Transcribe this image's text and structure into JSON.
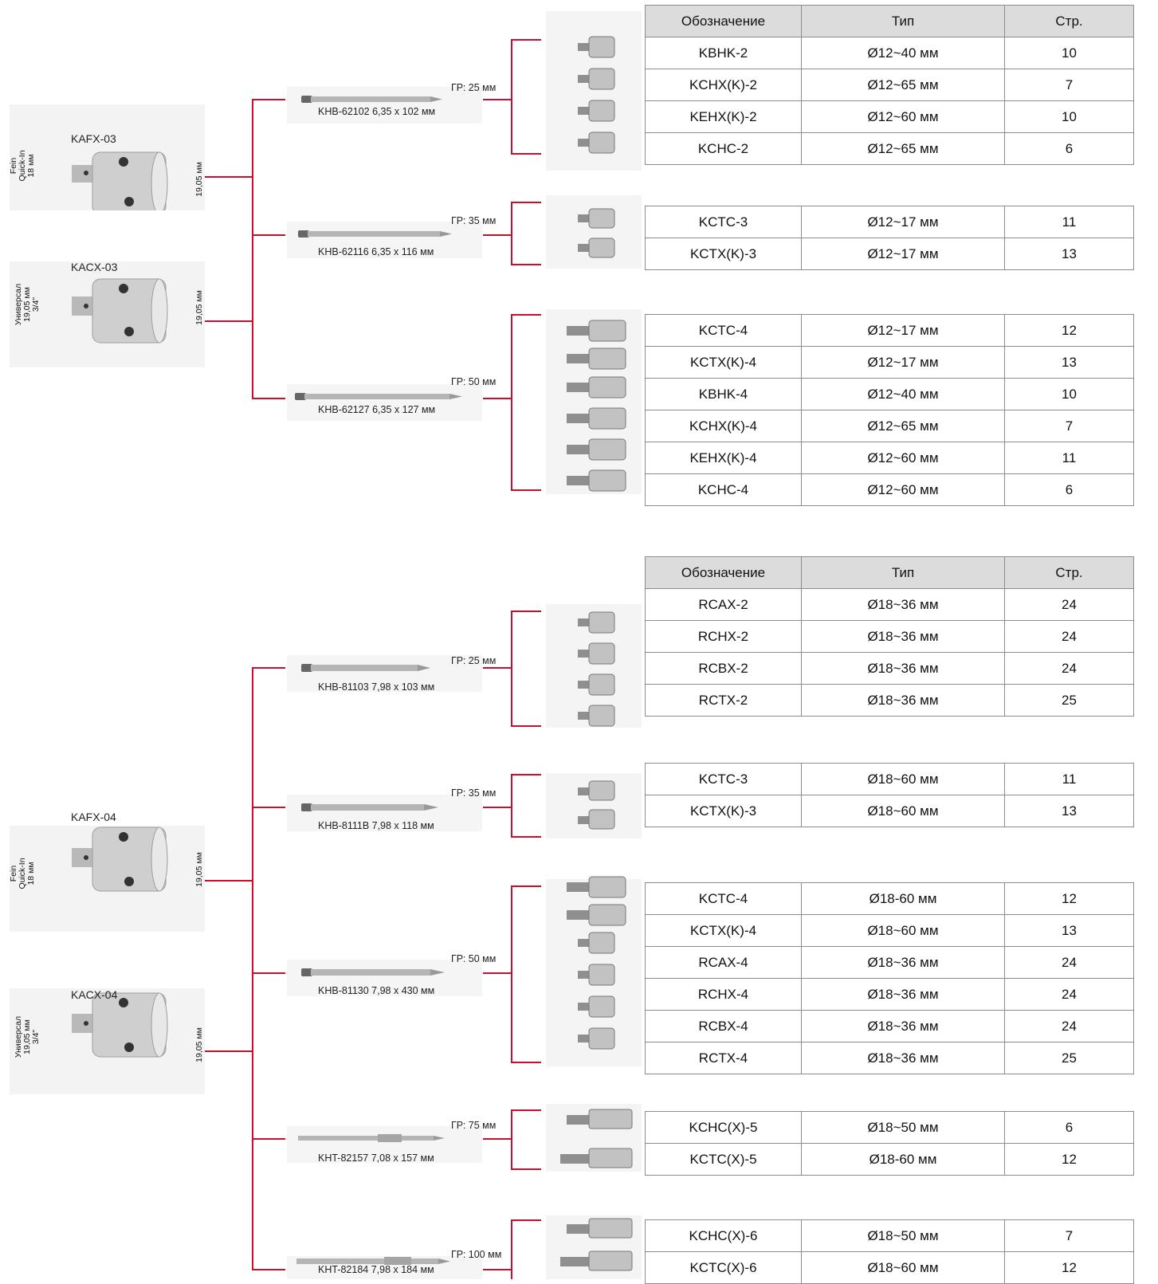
{
  "accent_color": "#c8102e",
  "table_header": {
    "designation": "Обозначение",
    "type": "Тип",
    "page": "Стр."
  },
  "section1": {
    "adapters": [
      {
        "name": "KAFX-03",
        "shank_lines": [
          "Fein",
          "Quick-In",
          "18 мм"
        ],
        "bore": "19,05 мм"
      },
      {
        "name": "KACX-03",
        "shank_lines": [
          "Универсал",
          "19,05 мм",
          "3/4\""
        ],
        "bore": "19,05 мм"
      }
    ],
    "pilots": [
      {
        "label": "KHB-62102 6,35 x 102 мм",
        "gr": "ГР: 25 мм",
        "rows": [
          [
            "KBHK-2",
            "Ø12~40 мм",
            "10"
          ],
          [
            "KCHX(K)-2",
            "Ø12~65 мм",
            "7"
          ],
          [
            "KEHX(K)-2",
            "Ø12~60 мм",
            "10"
          ],
          [
            "KCHC-2",
            "Ø12~65 мм",
            "6"
          ]
        ]
      },
      {
        "label": "KHB-62116 6,35 x 116 мм",
        "gr": "ГР: 35 мм",
        "rows": [
          [
            "KCTC-3",
            "Ø12~17 мм",
            "11"
          ],
          [
            "KCTX(K)-3",
            "Ø12~17 мм",
            "13"
          ]
        ]
      },
      {
        "label": "KHB-62127 6,35 x 127 мм",
        "gr": "ГР: 50 мм",
        "rows": [
          [
            "KCTC-4",
            "Ø12~17 мм",
            "12"
          ],
          [
            "KCTX(K)-4",
            "Ø12~17 мм",
            "13"
          ],
          [
            "KBHK-4",
            "Ø12~40 мм",
            "10"
          ],
          [
            "KCHX(K)-4",
            "Ø12~65 мм",
            "7"
          ],
          [
            "KEHX(K)-4",
            "Ø12~60 мм",
            "11"
          ],
          [
            "KCHC-4",
            "Ø12~60 мм",
            "6"
          ]
        ]
      }
    ]
  },
  "section2": {
    "adapters": [
      {
        "name": "KAFX-04",
        "shank_lines": [
          "Fein",
          "Quick-In",
          "18 мм"
        ],
        "bore": "19,05 мм"
      },
      {
        "name": "KACX-04",
        "shank_lines": [
          "Универсал",
          "19,05 мм",
          "3/4\""
        ],
        "bore": "19,05 мм"
      }
    ],
    "pilots": [
      {
        "label": "KHB-81103 7,98 x 103 мм",
        "gr": "ГР: 25 мм",
        "rows": [
          [
            "RCAX-2",
            "Ø18~36 мм",
            "24"
          ],
          [
            "RCHX-2",
            "Ø18~36 мм",
            "24"
          ],
          [
            "RCBX-2",
            "Ø18~36 мм",
            "24"
          ],
          [
            "RCTX-2",
            "Ø18~36 мм",
            "25"
          ]
        ]
      },
      {
        "label": "KHB-8111B 7,98 x 118 мм",
        "gr": "ГР: 35 мм",
        "rows": [
          [
            "KCTC-3",
            "Ø18~60 мм",
            "11"
          ],
          [
            "KCTX(K)-3",
            "Ø18~60 мм",
            "13"
          ]
        ]
      },
      {
        "label": "KHB-81130 7,98 x 430 мм",
        "gr": "ГР: 50 мм",
        "rows": [
          [
            "KCTC-4",
            "Ø18-60 мм",
            "12"
          ],
          [
            "KCTX(K)-4",
            "Ø18~60 мм",
            "13"
          ],
          [
            "RCAX-4",
            "Ø18~36 мм",
            "24"
          ],
          [
            "RCHX-4",
            "Ø18~36 мм",
            "24"
          ],
          [
            "RCBX-4",
            "Ø18~36 мм",
            "24"
          ],
          [
            "RCTX-4",
            "Ø18~36 мм",
            "25"
          ]
        ]
      },
      {
        "label": "KHT-82157 7,08 x 157 мм",
        "gr": "ГР: 75 мм",
        "rows": [
          [
            "KCHC(X)-5",
            "Ø18~50 мм",
            "6"
          ],
          [
            "KCTC(X)-5",
            "Ø18-60 мм",
            "12"
          ]
        ]
      },
      {
        "label": "KHT-82184 7,98 x 184 мм",
        "gr": "ГР: 100 мм",
        "rows": [
          [
            "KCHC(X)-6",
            "Ø18~50 мм",
            "7"
          ],
          [
            "KCTC(X)-6",
            "Ø18~60 мм",
            "12"
          ]
        ]
      }
    ]
  }
}
